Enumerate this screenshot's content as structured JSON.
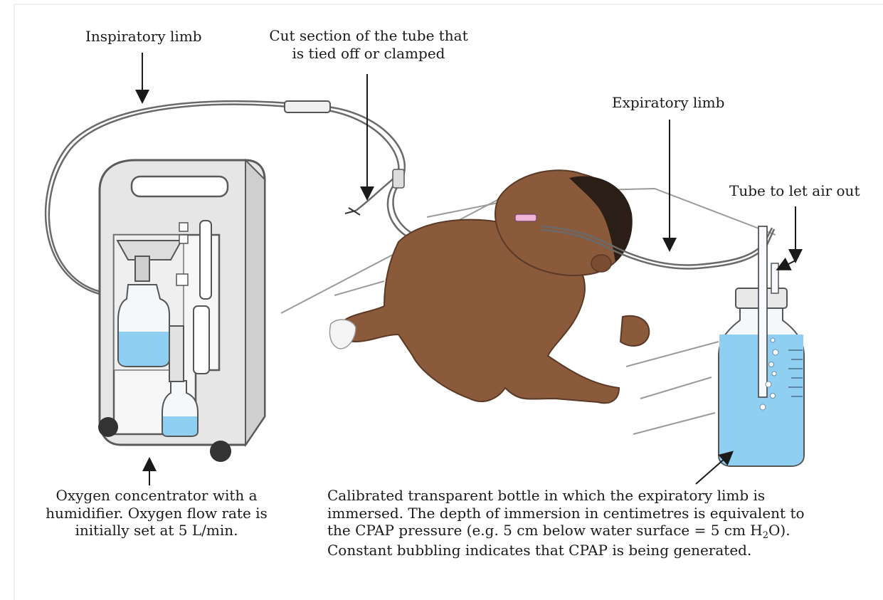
{
  "labels": {
    "inspiratory_limb": "Inspiratory limb",
    "cut_section_line1": "Cut section of the tube that",
    "cut_section_line2": "is tied off or clamped",
    "expiratory_limb": "Expiratory limb",
    "tube_air_out": "Tube to let air out",
    "concentrator_line1": "Oxygen concentrator with a",
    "concentrator_line2": "humidifier. Oxygen flow rate is",
    "concentrator_line3": "initially set at 5 L/min.",
    "bottle_line1": "Calibrated transparent bottle in which the expiratory limb is",
    "bottle_line2": "immersed. The depth of immersion in centimetres is equivalent to",
    "bottle_line3_pre": "the CPAP pressure (e.g. 5 cm below water surface = 5 cm H",
    "bottle_line3_sub": "2",
    "bottle_line3_post": "O).",
    "bottle_line4": "Constant bubbling indicates that CPAP is being generated."
  },
  "colors": {
    "device_body": "#e6e6e6",
    "device_outline": "#5a5a5a",
    "water": "#8fd0f2",
    "skin": "#8a5a3b",
    "skin_dark": "#6b4128",
    "hair": "#2b1e16",
    "line": "#1a1a1a"
  }
}
